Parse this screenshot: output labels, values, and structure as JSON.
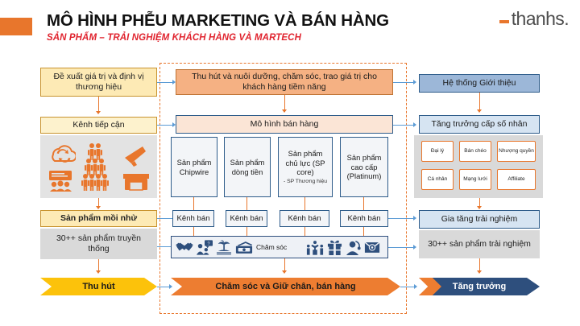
{
  "header": {
    "title": "MÔ HÌNH PHỄU MARKETING VÀ BÁN HÀNG",
    "subtitle": "SẢN PHẨM – TRẢI NGHIỆM KHÁCH HÀNG VÀ MARTECH",
    "logo_word": "thanhs.",
    "accent_color": "#e8762c"
  },
  "left_column": {
    "value_proposition": "Đề xuất giá trị và định vị thương hiệu",
    "channel_access": "Kênh tiếp cận",
    "icons": [
      "cloud-sync-icon",
      "people-pyramid-icon",
      "megaphone-icon",
      "presentation-icon",
      "audience-icon",
      "storefront-icon"
    ],
    "lead_magnet": "Sản phẩm mồi nhử",
    "traditional_products": "30++ sản phẩm truyền thống",
    "footer_arrow": "Thu hút"
  },
  "center_column": {
    "top_banner": "Thu hút và nuôi dưỡng, chăm sóc, trao giá trị cho khách hàng tiềm năng",
    "sales_model": "Mô hình bán hàng",
    "products": [
      {
        "name": "Sản phẩm Chipwire",
        "note": ""
      },
      {
        "name": "Sản phẩm dòng tiền",
        "note": ""
      },
      {
        "name": "Sản phẩm chủ lực (SP core)",
        "note": "- SP Thương hiệu"
      },
      {
        "name": "Sản phẩm cao cấp (Platinum)",
        "note": ""
      }
    ],
    "sales_channels": [
      "Kênh bán",
      "Kênh bán",
      "Kênh bán",
      "Kênh bán"
    ],
    "care_label": "Chăm sóc",
    "care_icons_left": [
      "handshake-icon",
      "people-question-icon",
      "island-palm-icon",
      "cash-money-icon"
    ],
    "care_icons_right": [
      "podium-winner-icon",
      "gift-icon",
      "support-headset-icon",
      "email-envelope-icon"
    ],
    "footer_arrow": "Chăm sóc và Giữ chân, bán hàng"
  },
  "right_column": {
    "referral_system": "Hệ thống Giới thiệu",
    "exponential_growth": "Tăng trưởng cấp số nhân",
    "channels": [
      "Đại lý",
      "Bán chéo",
      "Nhượng quyền",
      "Cá nhân",
      "Mạng lưới",
      "Affiliate"
    ],
    "experience_increase": "Gia tăng trải nghiệm",
    "experience_products": "30++ sản phẩm trải nghiệm",
    "footer_arrow": "Tăng trưởng"
  },
  "colors": {
    "orange": "#e8762c",
    "yellow": "#fcc20b",
    "arrow_orange": "#ed7d31",
    "navy": "#2e4f7d",
    "red_subtitle": "#e0232e",
    "blue_connector": "#5b9bd5"
  }
}
